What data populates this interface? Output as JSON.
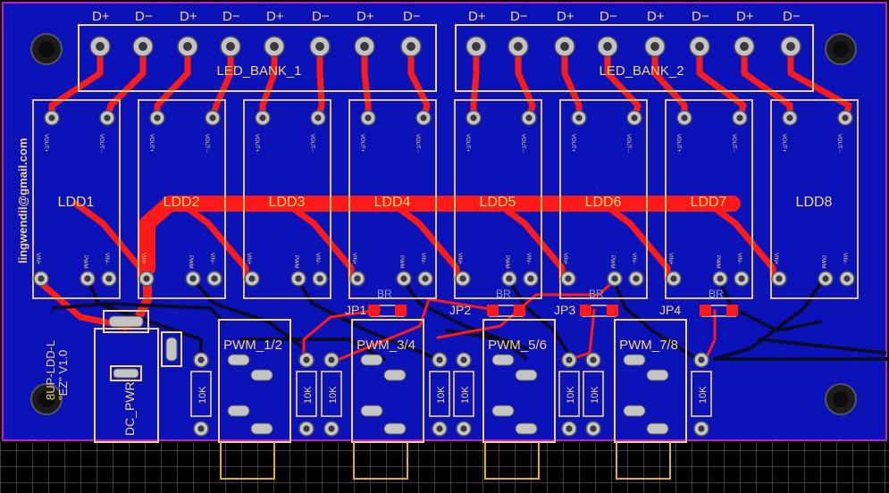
{
  "connectors": {
    "bank1": {
      "label": "LED_BANK_1",
      "pins": [
        "D+",
        "D−",
        "D+",
        "D−",
        "D+",
        "D−",
        "D+",
        "D−"
      ]
    },
    "bank2": {
      "label": "LED_BANK_2",
      "pins": [
        "D+",
        "D−",
        "D+",
        "D−",
        "D+",
        "D−",
        "D+",
        "D−"
      ]
    }
  },
  "drivers": [
    {
      "label": "LDD1"
    },
    {
      "label": "LDD2"
    },
    {
      "label": "LDD3"
    },
    {
      "label": "LDD4"
    },
    {
      "label": "LDD5"
    },
    {
      "label": "LDD6"
    },
    {
      "label": "LDD7"
    },
    {
      "label": "LDD8"
    }
  ],
  "driver_pins": {
    "vout_plus": "VOUT+",
    "vout_minus": "VOUT−",
    "vin_plus": "VIN+",
    "pwm": "PWM",
    "vin_minus": "VIN−"
  },
  "jumpers": [
    {
      "label": "JP1",
      "type": "BR"
    },
    {
      "label": "JP2",
      "type": "BR"
    },
    {
      "label": "JP3",
      "type": "BR"
    },
    {
      "label": "JP4",
      "type": "BR"
    }
  ],
  "pwm_ports": [
    "PWM_1/2",
    "PWM_3/4",
    "PWM_5/6",
    "PWM_7/8"
  ],
  "resistor_value": "10K",
  "power_label": "DC_PWR",
  "board_text": {
    "email": "lingwendil@gmail.com",
    "line1": "8UP-LDD-L",
    "line2": "\"EZ\" V1.0"
  },
  "colors": {
    "board": "#0b13b8",
    "copper": "#ff1a1a",
    "silkscreen": "#f3d676",
    "grid": "#8a8a8a",
    "outline": "#c020c0",
    "pad": "#c4c4c4"
  }
}
